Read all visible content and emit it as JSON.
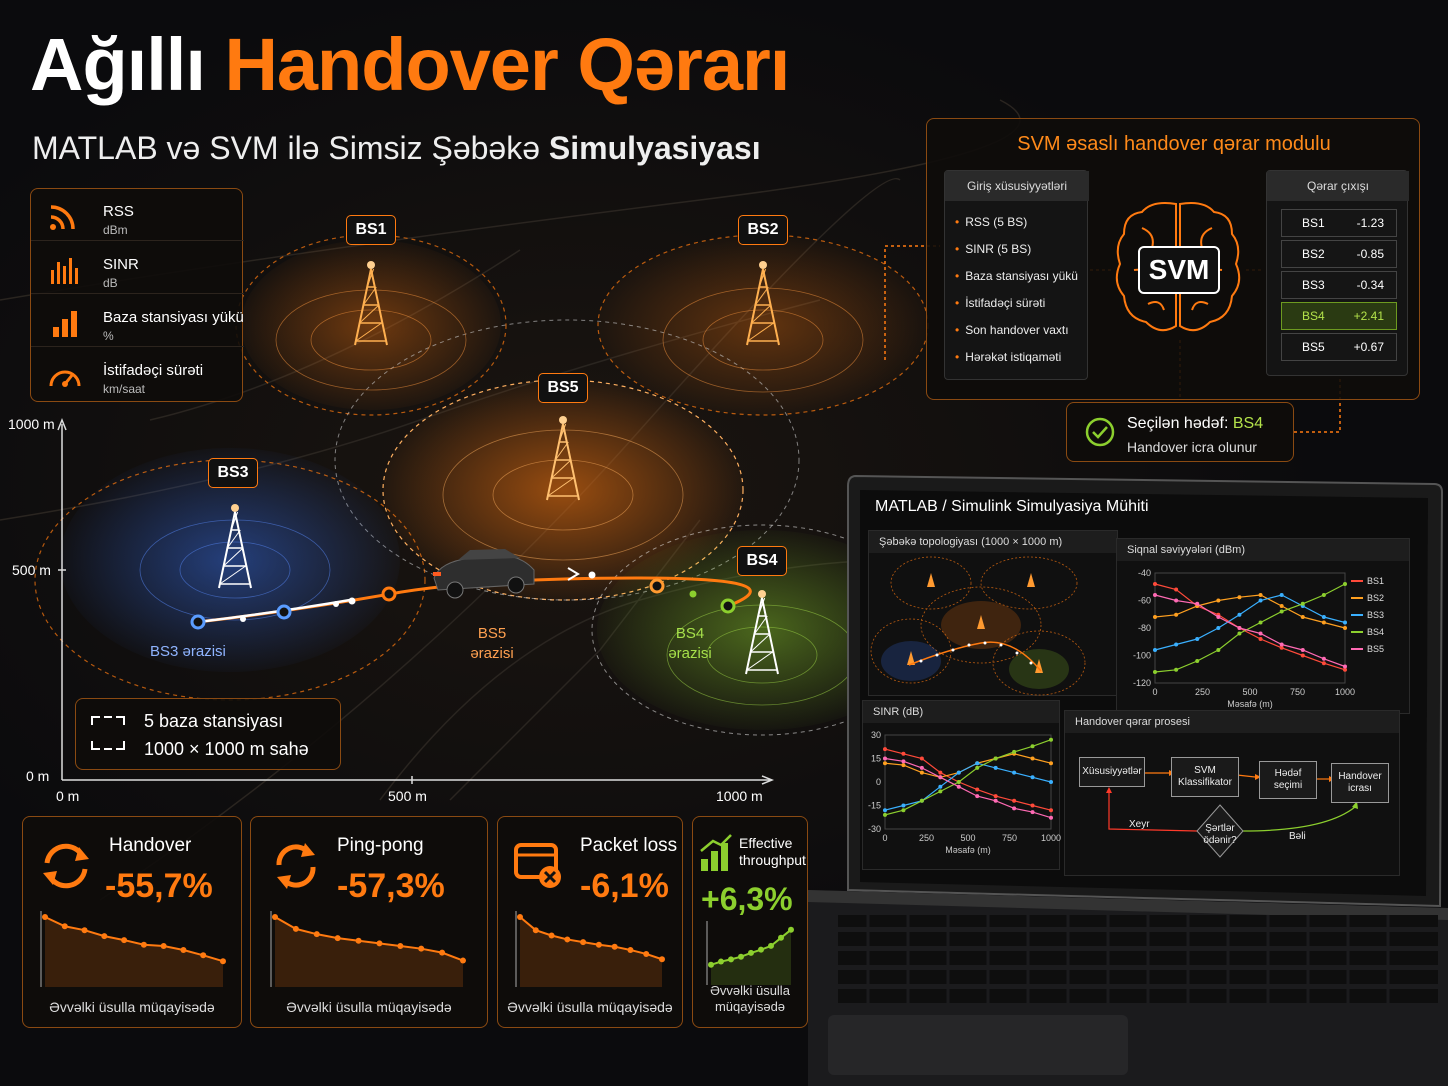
{
  "header": {
    "title_white": "Ağıllı",
    "title_orange": "Handover Qərarı",
    "subtitle_prefix": "MATLAB və SVM ilə Simsiz Şəbəkə ",
    "subtitle_bold": "Simulyasiyası"
  },
  "legend": {
    "items": [
      {
        "name": "RSS",
        "unit": "dBm",
        "icon": "wifi-signal-icon"
      },
      {
        "name": "SINR",
        "unit": "dB",
        "icon": "signal-bars-icon"
      },
      {
        "name": "Baza stansiyası yükü",
        "unit": "%",
        "icon": "load-bars-icon"
      },
      {
        "name": "İstifadəçi sürəti",
        "unit": "km/saat",
        "icon": "speedometer-icon"
      }
    ]
  },
  "map": {
    "stations": [
      "BS1",
      "BS2",
      "BS5",
      "BS3",
      "BS4"
    ],
    "areas": {
      "bs3": "BS3 ərazisi",
      "bs5_l1": "BS5",
      "bs5_l2": "ərazisi",
      "bs4_l1": "BS4",
      "bs4_l2": "ərazisi"
    },
    "axis": {
      "y_top": "1000 m",
      "y_mid": "500 m",
      "y_zero": "0 m",
      "x_zero": "0 m",
      "x_mid": "500 m",
      "x_end": "1000 m"
    },
    "info_line1": "5 baza stansiyası",
    "info_line2": "1000 × 1000 m sahə"
  },
  "svm_module": {
    "title": "SVM əsaslı handover qərar modulu",
    "features_header": "Giriş xüsusiyyətləri",
    "features": [
      "RSS (5 BS)",
      "SINR (5 BS)",
      "Baza stansiyası yükü",
      "İstifadəçi sürəti",
      "Son handover vaxtı",
      "Hərəkət istiqaməti"
    ],
    "brain_label": "SVM",
    "output_header": "Qərar çıxışı",
    "outputs": [
      {
        "bs": "BS1",
        "score": "-1.23"
      },
      {
        "bs": "BS2",
        "score": "-0.85"
      },
      {
        "bs": "BS3",
        "score": "-0.34"
      },
      {
        "bs": "BS4",
        "score": "+2.41"
      },
      {
        "bs": "BS5",
        "score": "+0.67"
      }
    ],
    "selected_label": "Seçilən hədəf: ",
    "selected_value": "BS4",
    "selected_note": "Handover icra olunur"
  },
  "metrics": [
    {
      "title": "Handover",
      "value": "-55,7%",
      "foot": "Əvvəlki üsulla müqayisədə",
      "series": [
        10,
        8.6,
        8.0,
        7.1,
        6.5,
        5.8,
        5.6,
        5.0,
        4.2,
        3.3
      ]
    },
    {
      "title": "Ping-pong",
      "value": "-57,3%",
      "foot": "Əvvəlki üsulla müqayisədə",
      "series": [
        10,
        8.2,
        7.4,
        6.8,
        6.4,
        6.0,
        5.6,
        5.2,
        4.6,
        3.4
      ]
    },
    {
      "title": "Packet loss",
      "value": "-6,1%",
      "foot": "Əvvəlki üsulla müqayisədə",
      "series": [
        10,
        8.0,
        7.2,
        6.6,
        6.2,
        5.8,
        5.5,
        5.0,
        4.4,
        3.6
      ]
    },
    {
      "title": "Effective throughput",
      "title_l1": "Effective",
      "title_l2": "throughput",
      "value": "+6,3%",
      "foot_l1": "Əvvəlki üsulla",
      "foot_l2": "müqayisədə",
      "series": [
        3.0,
        3.6,
        4.0,
        4.5,
        5.2,
        5.8,
        6.5,
        8.0,
        9.5
      ]
    }
  ],
  "laptop": {
    "screen_title": "MATLAB / Simulink Simulyasiya Mühiti",
    "topology_title": "Şəbəkə topologiyası (1000 × 1000 m)",
    "signal_title": "Siqnal səviyyələri (dBm)",
    "sinr_title": "SINR (dB)",
    "process_title": "Handover qərar prosesi",
    "signal_y": [
      "-40",
      "-60",
      "-80",
      "-100",
      "-120"
    ],
    "signal_x": [
      "0",
      "250",
      "500",
      "750",
      "1000"
    ],
    "sinr_y": [
      "30",
      "15",
      "0",
      "-15",
      "-30"
    ],
    "sinr_x": [
      "0",
      "250",
      "500",
      "750",
      "1000"
    ],
    "xlabel": "Məsafə (m)",
    "legend": [
      "BS1",
      "BS2",
      "BS3",
      "BS4",
      "BS5"
    ],
    "flow": {
      "features": "Xüsusiyyətlər",
      "svm_l1": "SVM",
      "svm_l2": "Klassifikator",
      "target_l1": "Hədəf",
      "target_l2": "seçimi",
      "exec_l1": "Handover",
      "exec_l2": "icrası",
      "cond_l1": "Şərtlər",
      "cond_l2": "ödənir?",
      "no": "Xeyr",
      "yes": "Bəli"
    }
  },
  "colors": {
    "accent": "#ff7a10",
    "green": "#8ccf2e",
    "blue": "#3a78ff"
  }
}
